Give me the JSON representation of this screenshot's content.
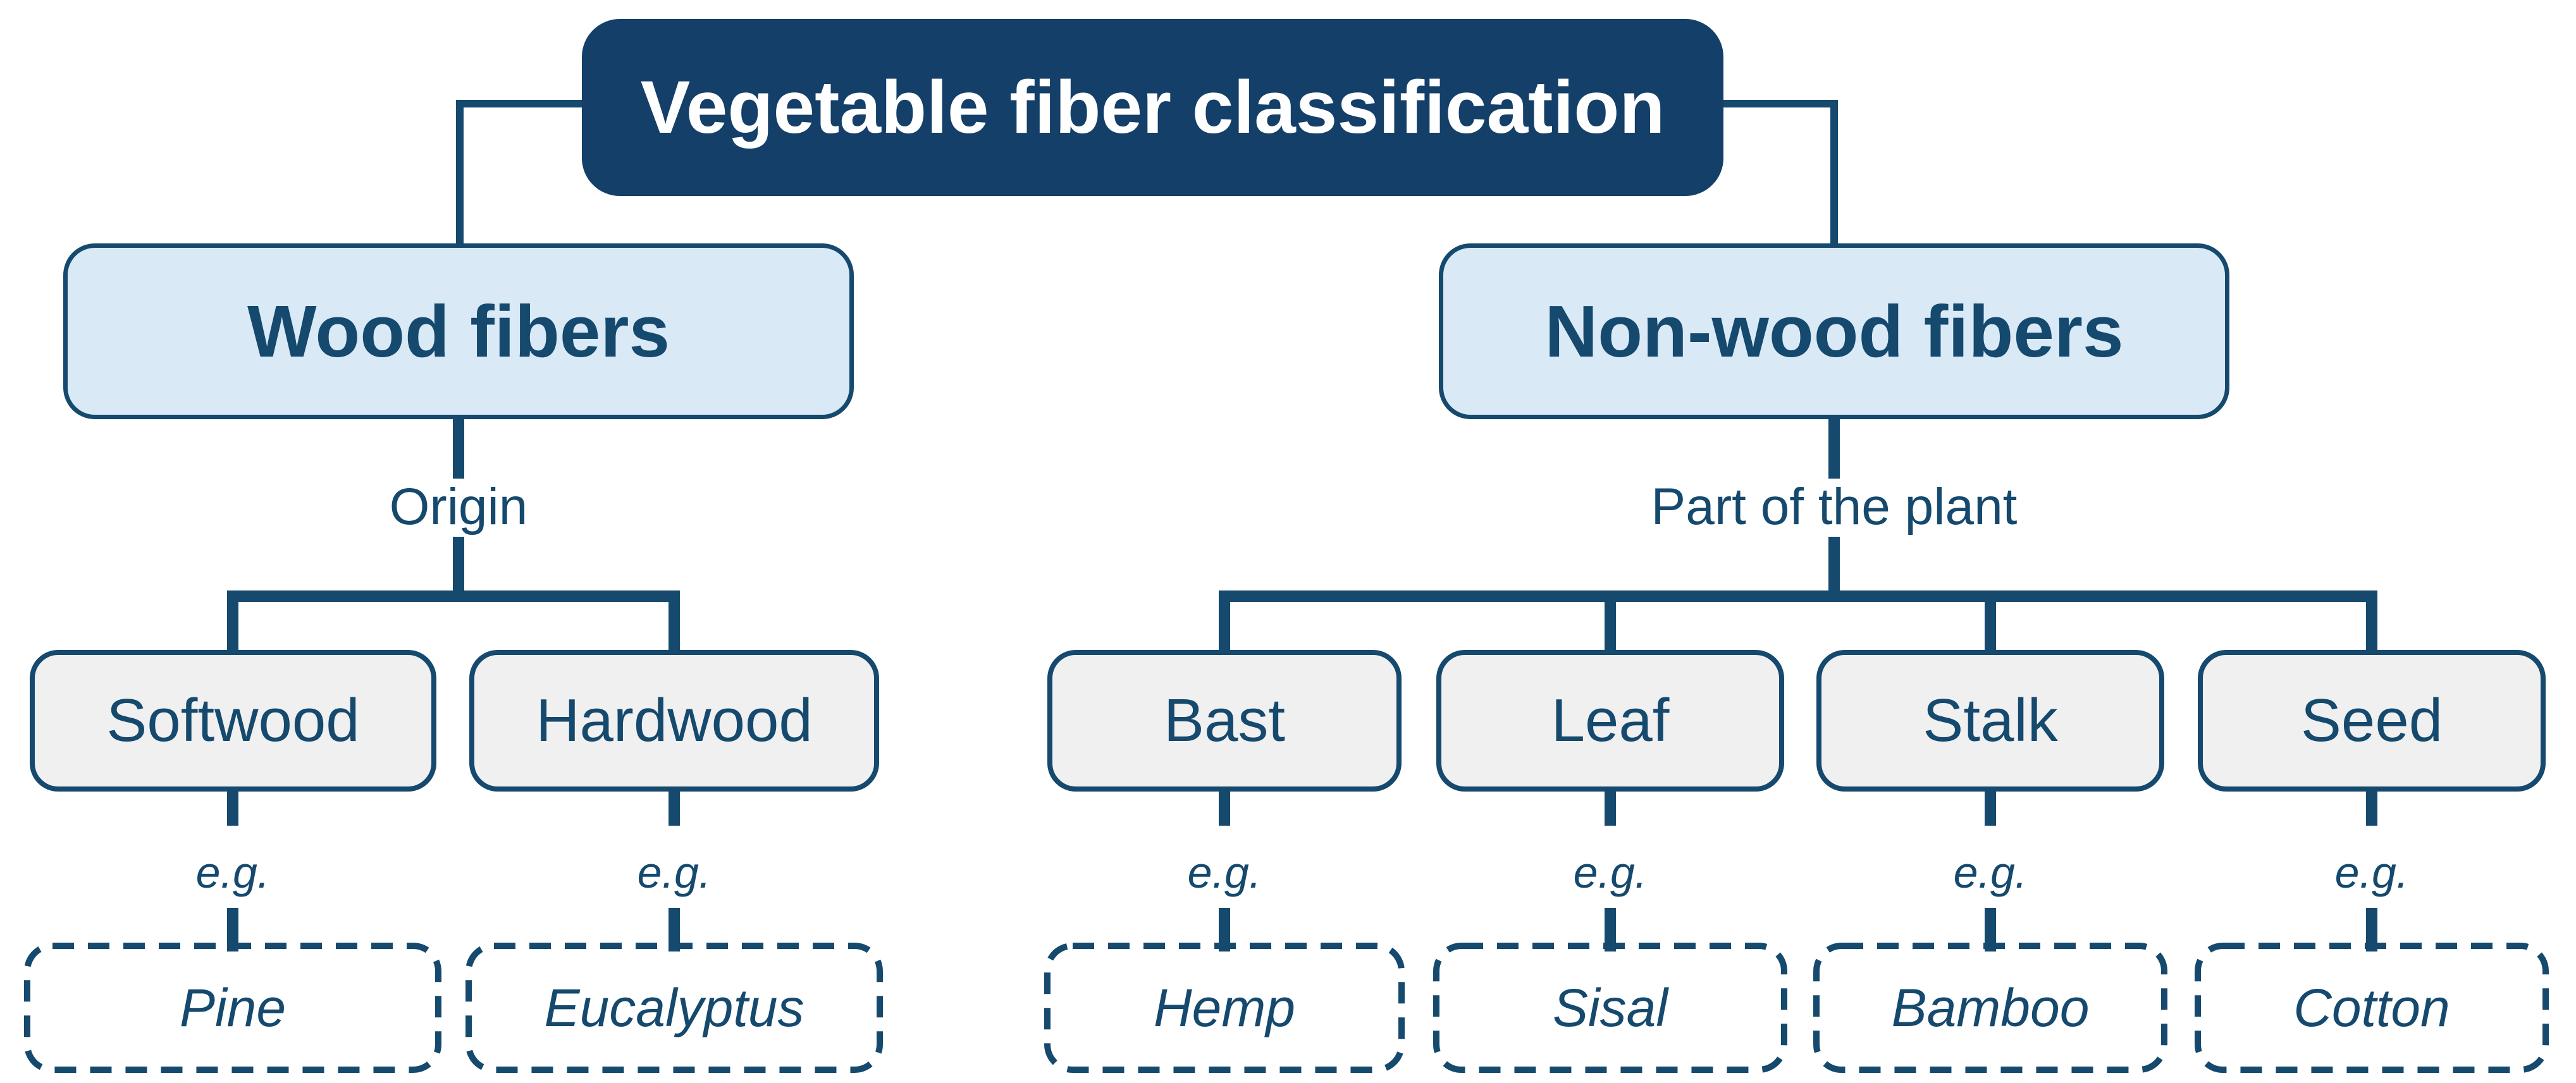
{
  "colors": {
    "background": "#ffffff",
    "ink": "#15496d",
    "title_fill": "#133f69",
    "title_text": "#ffffff",
    "level2_fill": "#d9e9f6",
    "level3_fill": "#f0f0f0"
  },
  "tree": {
    "title": "Vegetable fiber classification",
    "eg_label": "e.g.",
    "branches": [
      {
        "label": "Wood fibers",
        "criterion": "Origin",
        "children": [
          {
            "label": "Softwood",
            "example": "Pine"
          },
          {
            "label": "Hardwood",
            "example": "Eucalyptus"
          }
        ]
      },
      {
        "label": "Non-wood fibers",
        "criterion": "Part of the plant",
        "children": [
          {
            "label": "Bast",
            "example": "Hemp"
          },
          {
            "label": "Leaf",
            "example": "Sisal"
          },
          {
            "label": "Stalk",
            "example": "Bamboo"
          },
          {
            "label": "Seed",
            "example": "Cotton"
          }
        ]
      }
    ]
  }
}
